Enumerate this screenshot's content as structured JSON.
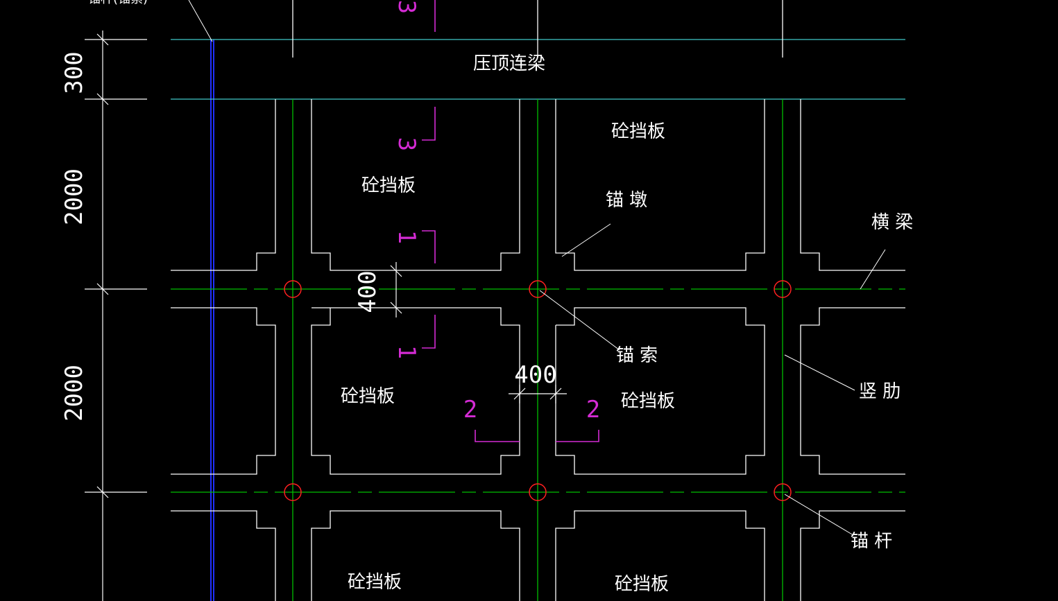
{
  "colors": {
    "background": "#000000",
    "outline": "#ffffff",
    "centerline": "#00c000",
    "beamEdge": "#40c8c8",
    "anchor": "#ff2020",
    "sectionMark": "#d42bd4",
    "wallLine": "#2030ff",
    "leader": "#ffffff"
  },
  "labels": {
    "cap_beam": "压顶连梁",
    "panel": "砼挡板",
    "anchor_pier": "锚 墩",
    "cross_beam": "横 梁",
    "anchor_cable": "锚 索",
    "vertical_rib": "竖 肋",
    "anchor_rod": "锚 杆"
  },
  "sections": {
    "s1": "1",
    "s2": "2",
    "s3": "3"
  },
  "dimensions": {
    "d300": "300",
    "d2000a": "2000",
    "d2000b": "2000",
    "d400v": "400",
    "d400h": "400"
  },
  "partial_text": "锚杆(锚索)"
}
